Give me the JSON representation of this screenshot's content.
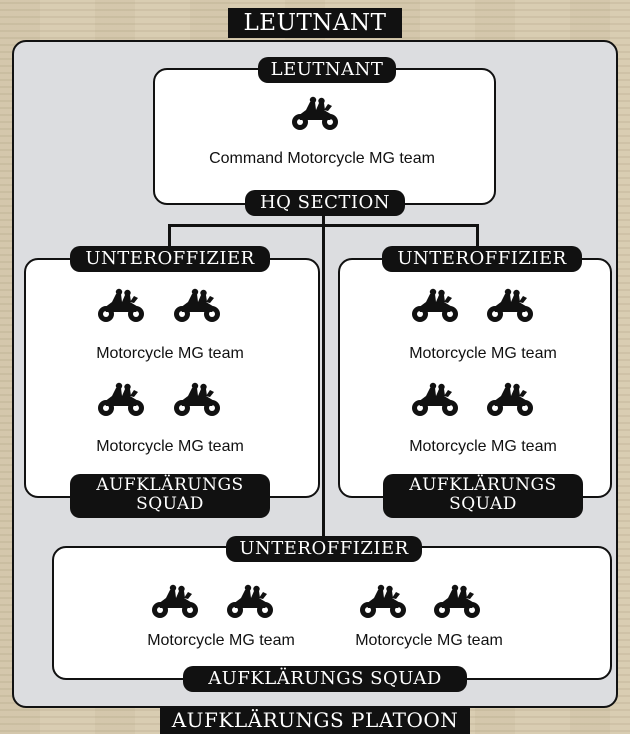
{
  "platoon": {
    "top_label": "LEUTNANT",
    "bottom_label": "AUFKLÄRUNGS PLATOON"
  },
  "hq": {
    "top_label": "LEUTNANT",
    "team_label": "Command Motorcycle MG team",
    "bottom_label": "HQ SECTION",
    "icon": "motorcycle-icon"
  },
  "squad_left": {
    "top_label": "UNTEROFFIZIER",
    "teams": [
      "Motorcycle MG team",
      "Motorcycle MG team"
    ],
    "bottom_label_line1": "AUFKLÄRUNGS",
    "bottom_label_line2": "SQUAD"
  },
  "squad_right": {
    "top_label": "UNTEROFFIZIER",
    "teams": [
      "Motorcycle MG team",
      "Motorcycle MG team"
    ],
    "bottom_label_line1": "AUFKLÄRUNGS",
    "bottom_label_line2": "SQUAD"
  },
  "squad_bottom": {
    "top_label": "UNTEROFFIZIER",
    "teams": [
      "Motorcycle MG team",
      "Motorcycle MG team"
    ],
    "bottom_label": "AUFKLÄRUNGS SQUAD"
  },
  "colors": {
    "panel": "#dcdde0",
    "box": "#ffffff",
    "label_bg": "#111111",
    "label_text": "#ffffff",
    "background": "#d9cdb2"
  }
}
